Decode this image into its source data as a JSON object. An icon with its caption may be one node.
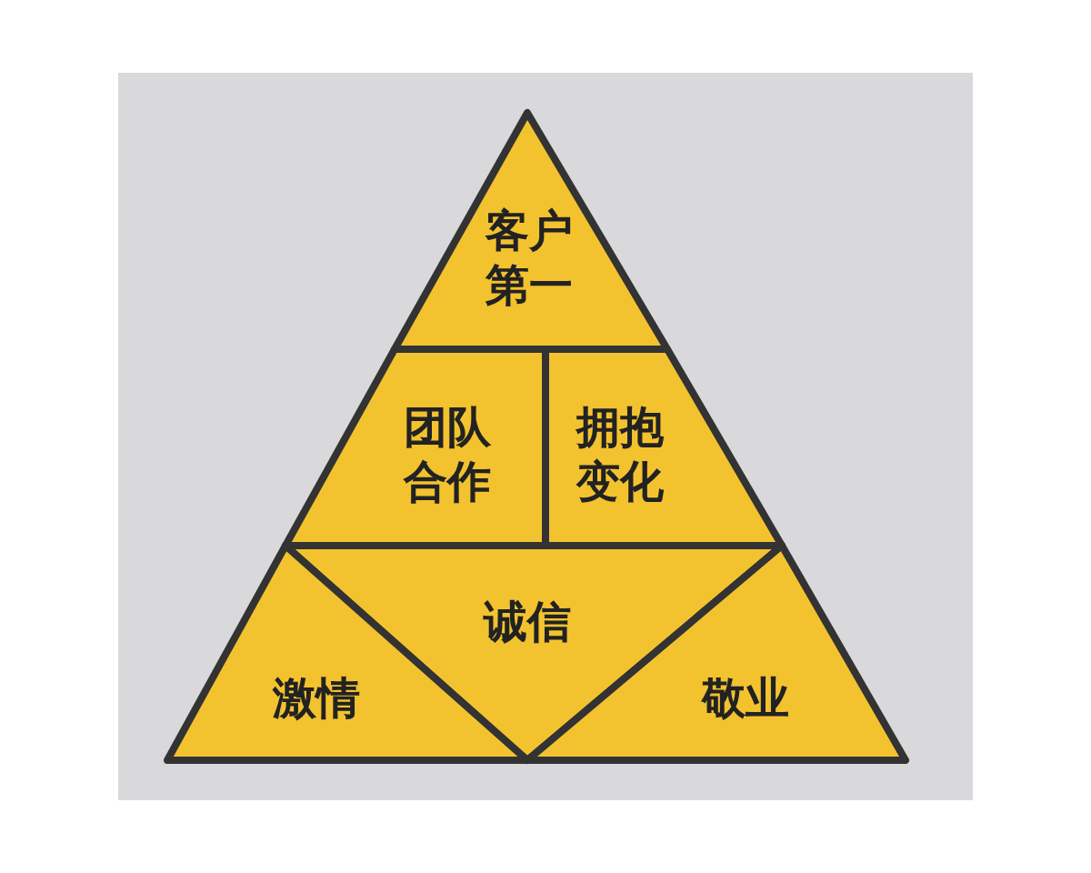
{
  "diagram": {
    "nodes": [
      {
        "text": [
          "客户第一"
        ]
      },
      {
        "text": [
          "团队合作"
        ]
      },
      {
        "text": [
          "拥抱变化"
        ]
      },
      {
        "text": [
          "诚信"
        ]
      },
      {
        "text": [
          "激情"
        ]
      },
      {
        "text": [
          "敬业"
        ]
      }
    ]
  }
}
